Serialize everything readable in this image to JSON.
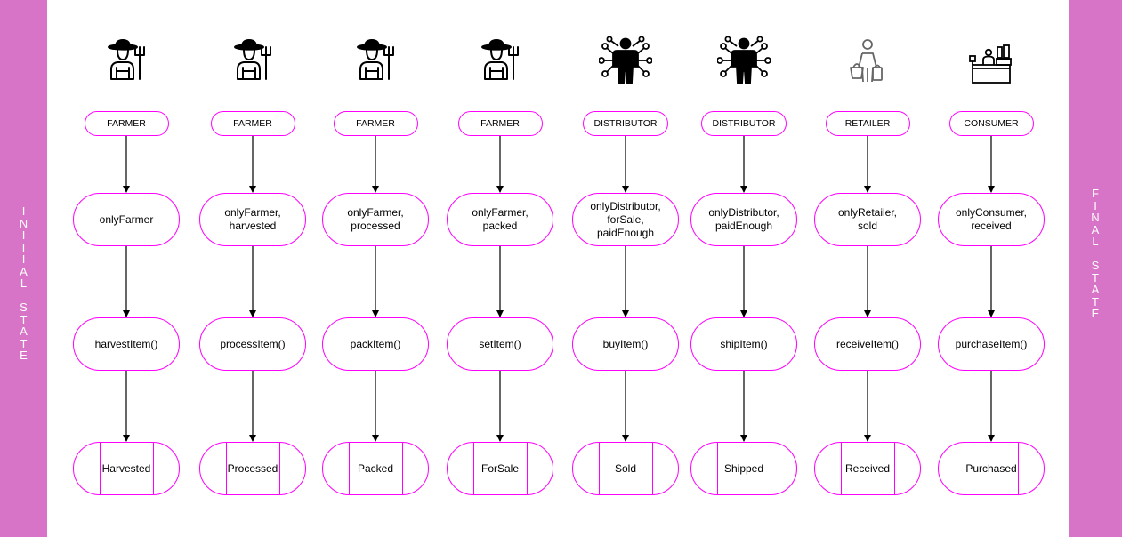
{
  "left_label": "INITIAL STATE",
  "right_label": "FINAL STATE",
  "colors": {
    "sidebar": "#d874c7",
    "accent": "#ff00ff",
    "text": "#000000"
  },
  "columns": [
    {
      "icon": "farmer-icon",
      "role": "FARMER",
      "modifier": "onlyFarmer",
      "function": "harvestItem()",
      "state": "Harvested"
    },
    {
      "icon": "farmer-icon",
      "role": "FARMER",
      "modifier": "onlyFarmer,\nharvested",
      "function": "processItem()",
      "state": "Processed"
    },
    {
      "icon": "farmer-icon",
      "role": "FARMER",
      "modifier": "onlyFarmer,\nprocessed",
      "function": "packItem()",
      "state": "Packed"
    },
    {
      "icon": "farmer-icon",
      "role": "FARMER",
      "modifier": "onlyFarmer,\npacked",
      "function": "setItem()",
      "state": "ForSale"
    },
    {
      "icon": "distributor-network-icon",
      "role": "DISTRIBUTOR",
      "modifier": "onlyDistributor,\nforSale,\npaidEnough",
      "function": "buyItem()",
      "state": "Sold"
    },
    {
      "icon": "distributor-network-icon",
      "role": "DISTRIBUTOR",
      "modifier": "onlyDistributor,\npaidEnough",
      "function": "shipItem()",
      "state": "Shipped"
    },
    {
      "icon": "retailer-shopper-icon",
      "role": "RETAILER",
      "modifier": "onlyRetailer,\nsold",
      "function": "receiveItem()",
      "state": "Received"
    },
    {
      "icon": "consumer-shop-icon",
      "role": "CONSUMER",
      "modifier": "onlyConsumer,\nreceived",
      "function": "purchaseItem()",
      "state": "Purchased"
    }
  ]
}
